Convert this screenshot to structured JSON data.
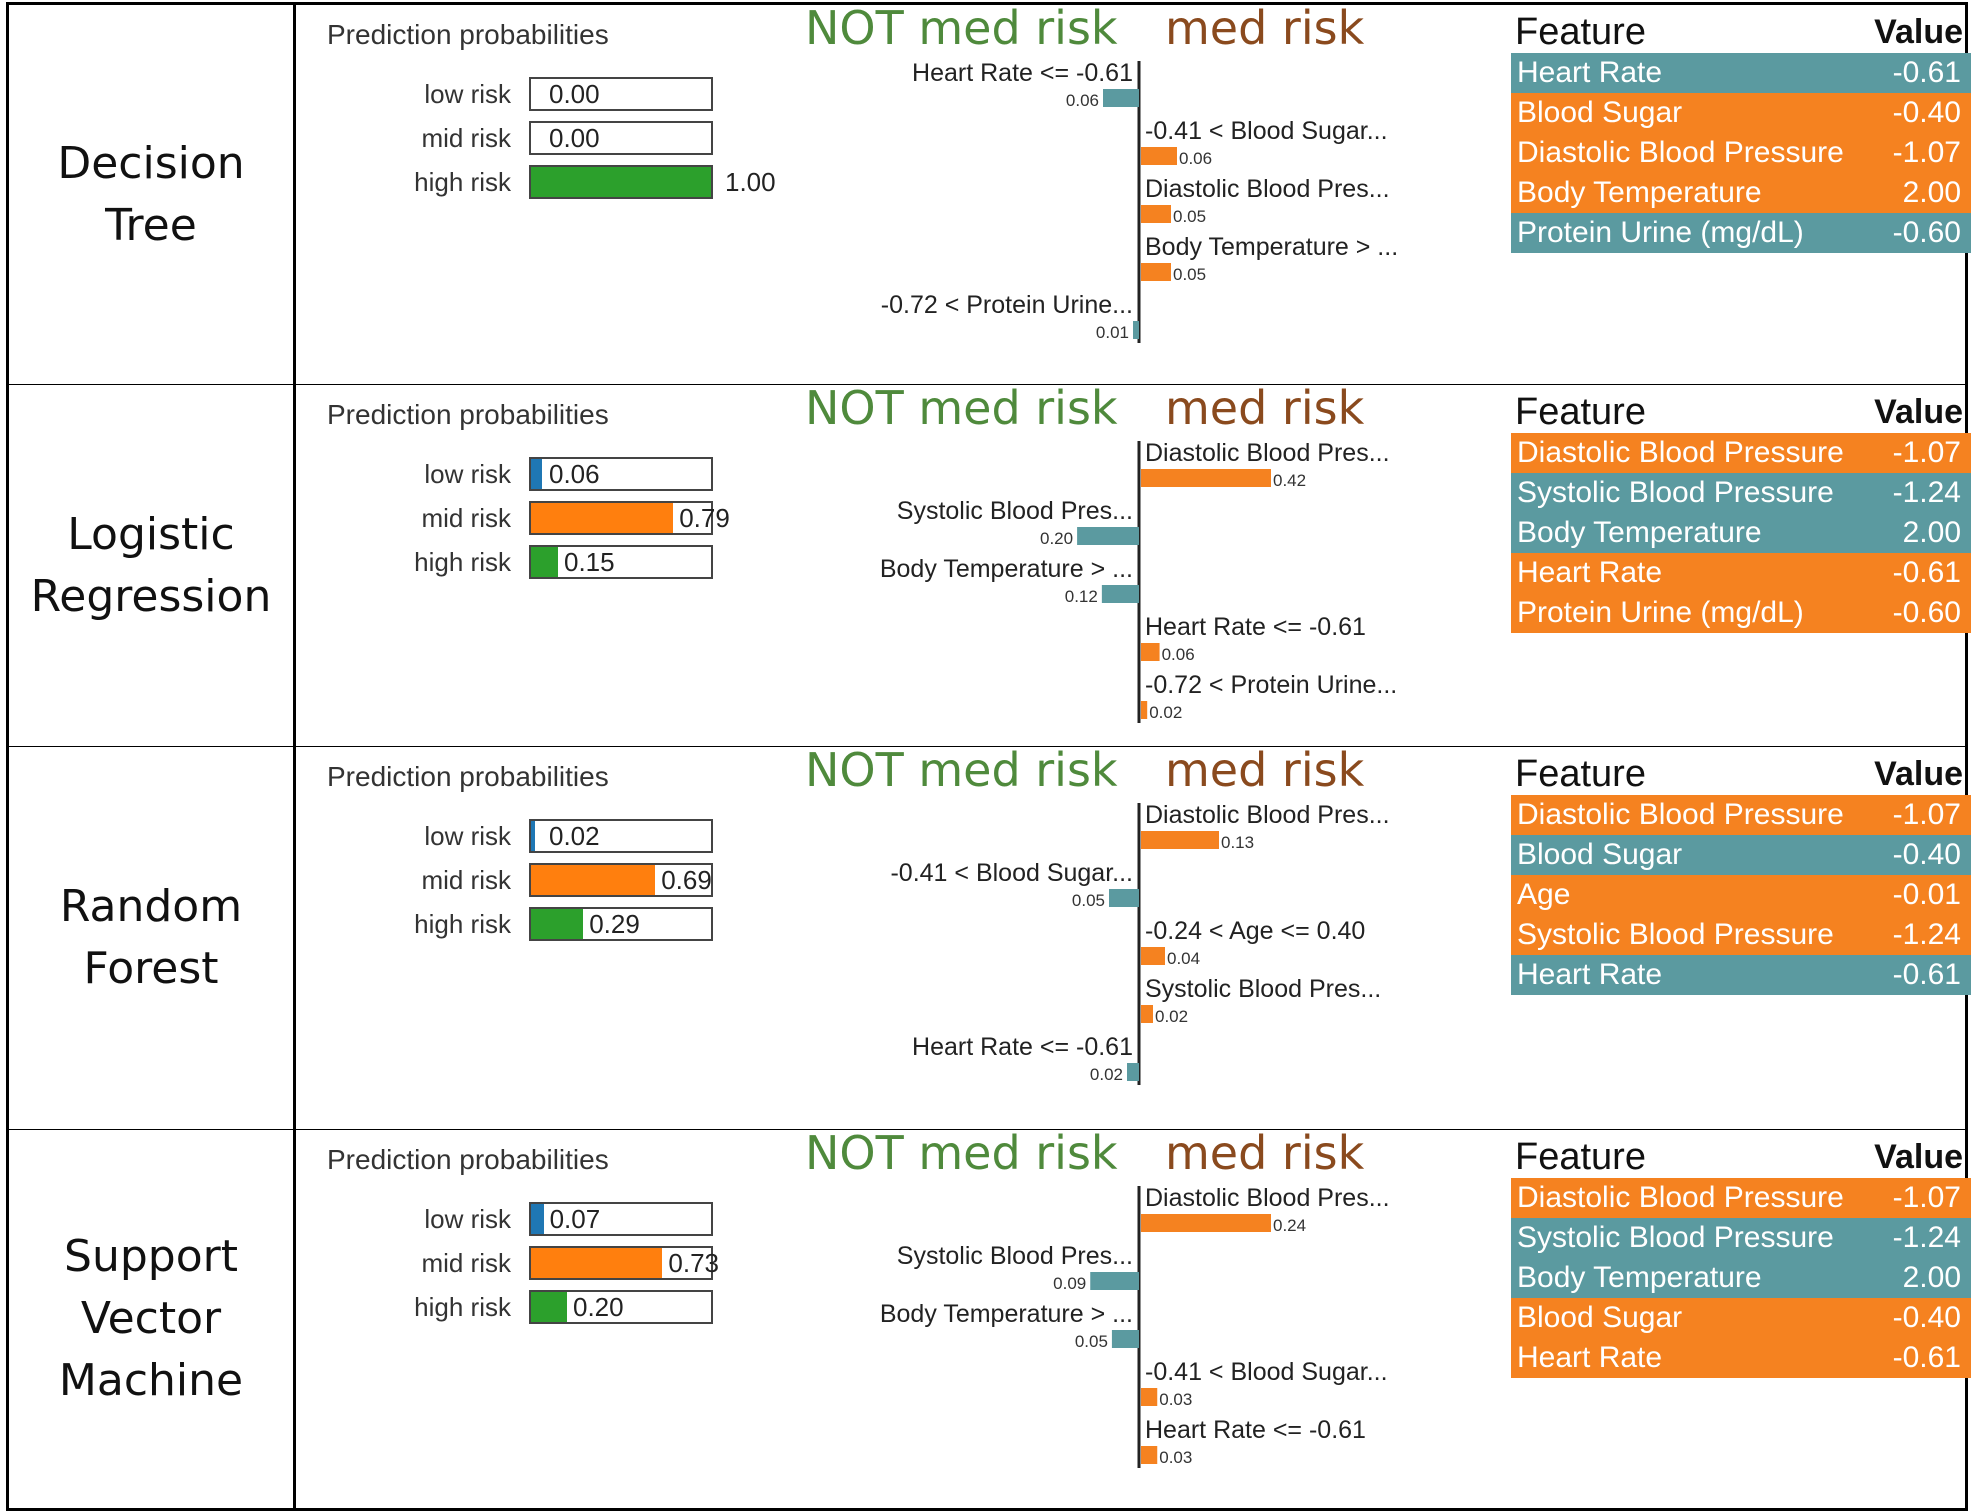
{
  "colors": {
    "teal": "#5b9aa0",
    "orange": "#f58220",
    "prob_low": "#1f77b4",
    "prob_mid": "#ff7f0e",
    "prob_high": "#2ca02c",
    "not_label": "#4f8a3c",
    "med_label": "#8a4a1e"
  },
  "chart_data": [
    {
      "type": "bar",
      "model": "Decision\nTree",
      "prob_title": "Prediction probabilities",
      "classes": [
        "low risk",
        "mid risk",
        "high risk"
      ],
      "probabilities": [
        0.0,
        0.0,
        1.0
      ],
      "prob_labels": [
        "0.00",
        "0.00",
        "1.00"
      ],
      "class_left": "NOT med risk",
      "class_right": "med risk",
      "explanation": [
        {
          "label": "Heart Rate <= -0.61",
          "weight": -0.06,
          "value_text": "0.06"
        },
        {
          "label": "-0.41 < Blood Sugar...",
          "weight": 0.06,
          "value_text": "0.06"
        },
        {
          "label": "Diastolic Blood Pres...",
          "weight": 0.05,
          "value_text": "0.05"
        },
        {
          "label": "Body Temperature > ...",
          "weight": 0.05,
          "value_text": "0.05"
        },
        {
          "label": "-0.72 < Protein Urine...",
          "weight": -0.01,
          "value_text": "0.01"
        }
      ],
      "table_header": {
        "feature": "Feature",
        "value": "Value"
      },
      "table": [
        {
          "feature": "Heart Rate",
          "value": "-0.61",
          "color": "teal"
        },
        {
          "feature": "Blood Sugar",
          "value": "-0.40",
          "color": "orange"
        },
        {
          "feature": "Diastolic Blood Pressure",
          "value": "-1.07",
          "color": "orange"
        },
        {
          "feature": "Body Temperature",
          "value": "2.00",
          "color": "orange"
        },
        {
          "feature": "Protein Urine (mg/dL)",
          "value": "-0.60",
          "color": "teal"
        }
      ]
    },
    {
      "type": "bar",
      "model": "Logistic\nRegression",
      "prob_title": "Prediction probabilities",
      "classes": [
        "low risk",
        "mid risk",
        "high risk"
      ],
      "probabilities": [
        0.06,
        0.79,
        0.15
      ],
      "prob_labels": [
        "0.06",
        "0.79",
        "0.15"
      ],
      "class_left": "NOT med risk",
      "class_right": "med risk",
      "explanation": [
        {
          "label": "Diastolic Blood Pres...",
          "weight": 0.42,
          "value_text": "0.42"
        },
        {
          "label": "Systolic Blood Pres...",
          "weight": -0.2,
          "value_text": "0.20"
        },
        {
          "label": "Body Temperature > ...",
          "weight": -0.12,
          "value_text": "0.12"
        },
        {
          "label": "Heart Rate <= -0.61",
          "weight": 0.06,
          "value_text": "0.06"
        },
        {
          "label": "-0.72 < Protein Urine...",
          "weight": 0.02,
          "value_text": "0.02"
        }
      ],
      "table_header": {
        "feature": "Feature",
        "value": "Value"
      },
      "table": [
        {
          "feature": "Diastolic Blood Pressure",
          "value": "-1.07",
          "color": "orange"
        },
        {
          "feature": "Systolic Blood Pressure",
          "value": "-1.24",
          "color": "teal"
        },
        {
          "feature": "Body Temperature",
          "value": "2.00",
          "color": "teal"
        },
        {
          "feature": "Heart Rate",
          "value": "-0.61",
          "color": "orange"
        },
        {
          "feature": "Protein Urine (mg/dL)",
          "value": "-0.60",
          "color": "orange"
        }
      ]
    },
    {
      "type": "bar",
      "model": "Random\nForest",
      "prob_title": "Prediction probabilities",
      "classes": [
        "low risk",
        "mid risk",
        "high risk"
      ],
      "probabilities": [
        0.02,
        0.69,
        0.29
      ],
      "prob_labels": [
        "0.02",
        "0.69",
        "0.29"
      ],
      "class_left": "NOT med risk",
      "class_right": "med risk",
      "explanation": [
        {
          "label": "Diastolic Blood Pres...",
          "weight": 0.13,
          "value_text": "0.13"
        },
        {
          "label": "-0.41 < Blood Sugar...",
          "weight": -0.05,
          "value_text": "0.05"
        },
        {
          "label": "-0.24 < Age <= 0.40",
          "weight": 0.04,
          "value_text": "0.04"
        },
        {
          "label": "Systolic Blood Pres...",
          "weight": 0.02,
          "value_text": "0.02"
        },
        {
          "label": "Heart Rate <= -0.61",
          "weight": -0.02,
          "value_text": "0.02"
        }
      ],
      "table_header": {
        "feature": "Feature",
        "value": "Value"
      },
      "table": [
        {
          "feature": "Diastolic Blood Pressure",
          "value": "-1.07",
          "color": "orange"
        },
        {
          "feature": "Blood Sugar",
          "value": "-0.40",
          "color": "teal"
        },
        {
          "feature": "Age",
          "value": "-0.01",
          "color": "orange"
        },
        {
          "feature": "Systolic Blood Pressure",
          "value": "-1.24",
          "color": "orange"
        },
        {
          "feature": "Heart Rate",
          "value": "-0.61",
          "color": "teal"
        }
      ]
    },
    {
      "type": "bar",
      "model": "Support\nVector\nMachine",
      "prob_title": "Prediction probabilities",
      "classes": [
        "low risk",
        "mid risk",
        "high risk"
      ],
      "probabilities": [
        0.07,
        0.73,
        0.2
      ],
      "prob_labels": [
        "0.07",
        "0.73",
        "0.20"
      ],
      "class_left": "NOT med risk",
      "class_right": "med risk",
      "explanation": [
        {
          "label": "Diastolic Blood Pres...",
          "weight": 0.24,
          "value_text": "0.24"
        },
        {
          "label": "Systolic Blood Pres...",
          "weight": -0.09,
          "value_text": "0.09"
        },
        {
          "label": "Body Temperature > ...",
          "weight": -0.05,
          "value_text": "0.05"
        },
        {
          "label": "-0.41 < Blood Sugar...",
          "weight": 0.03,
          "value_text": "0.03"
        },
        {
          "label": "Heart Rate <= -0.61",
          "weight": 0.03,
          "value_text": "0.03"
        }
      ],
      "table_header": {
        "feature": "Feature",
        "value": "Value"
      },
      "table": [
        {
          "feature": "Diastolic Blood Pressure",
          "value": "-1.07",
          "color": "orange"
        },
        {
          "feature": "Systolic Blood Pressure",
          "value": "-1.24",
          "color": "teal"
        },
        {
          "feature": "Body Temperature",
          "value": "2.00",
          "color": "teal"
        },
        {
          "feature": "Blood Sugar",
          "value": "-0.40",
          "color": "orange"
        },
        {
          "feature": "Heart Rate",
          "value": "-0.61",
          "color": "orange"
        }
      ]
    }
  ]
}
